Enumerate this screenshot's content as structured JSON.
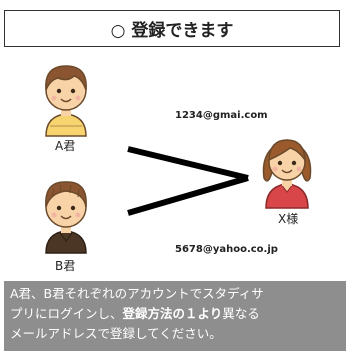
{
  "title": "○ 登録できます",
  "people": {
    "user_a": "A君",
    "user_b": "B君",
    "user_x": "X様"
  },
  "emails": {
    "top": "1234@gmai.com",
    "bottom": "5678@yahoo.co.jp"
  },
  "note": {
    "line1": "A君、B君それぞれのアカウントでスタディサ",
    "line2_pre": "プリにログインし、",
    "line2_bold": "登録方法の１より",
    "line2_post": "異なる",
    "line3": "メールアドレスで登録してください。"
  },
  "colors": {
    "note_bg": "#8e8e8e",
    "skin": "#f9d3a8",
    "hair": "#8a5530"
  }
}
